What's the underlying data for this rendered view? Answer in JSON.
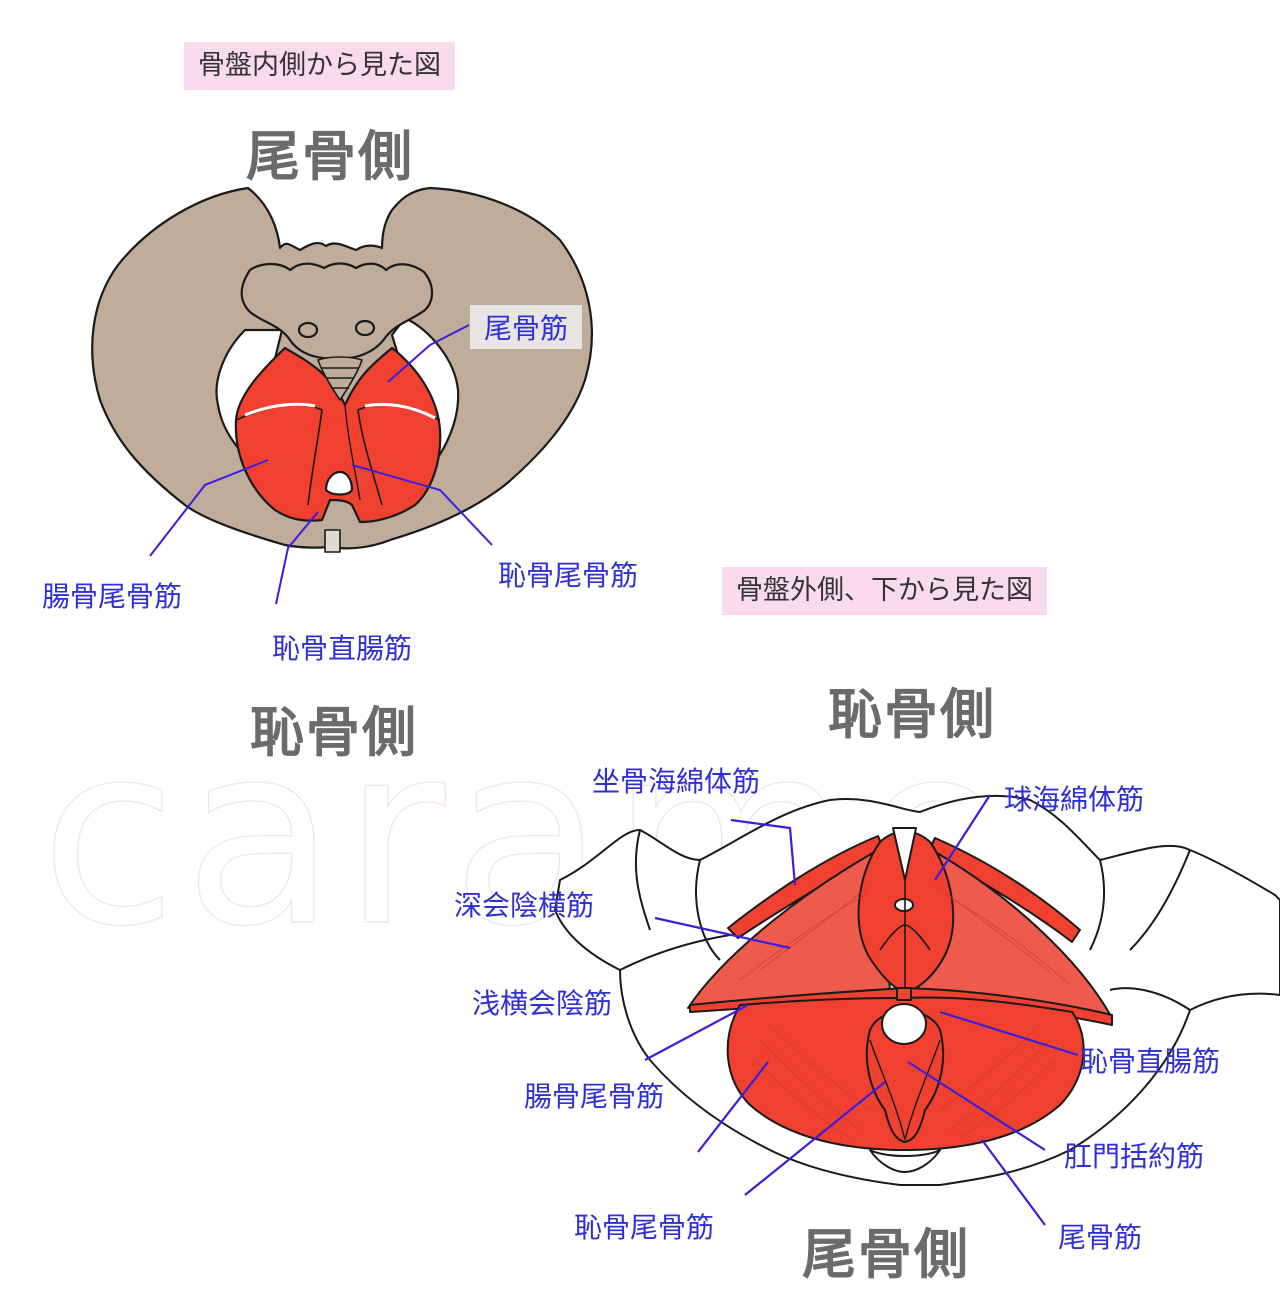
{
  "watermark": "caramo",
  "top_view": {
    "caption": "骨盤内側から見た図",
    "top_side": "尾骨側",
    "bottom_side": "恥骨側",
    "labels": {
      "coccygeus": "尾骨筋",
      "iliococcygeus": "腸骨尾骨筋",
      "puborectalis": "恥骨直腸筋",
      "pubococcygeus": "恥骨尾骨筋"
    }
  },
  "bottom_view": {
    "caption": "骨盤外側、下から見た図",
    "top_side": "恥骨側",
    "bottom_side": "尾骨側",
    "labels": {
      "ischiocavernosus": "坐骨海綿体筋",
      "bulbospongiosus": "球海綿体筋",
      "deep_transverse_perineal": "深会陰横筋",
      "superficial_transverse_perineal": "浅横会陰筋",
      "puborectalis": "恥骨直腸筋",
      "iliococcygeus": "腸骨尾骨筋",
      "external_anal_sphincter": "肛門括約筋",
      "pubococcygeus": "恥骨尾骨筋",
      "coccygeus": "尾骨筋"
    }
  },
  "colors": {
    "bone": "#bfac9a",
    "muscle": "#f0402f",
    "muscle_light": "#ee6a5c",
    "label_text": "#2f2fd6",
    "leader_line": "#3a1fdc",
    "caption_bg": "#fadbee",
    "heading_text": "#6b6b6b"
  }
}
